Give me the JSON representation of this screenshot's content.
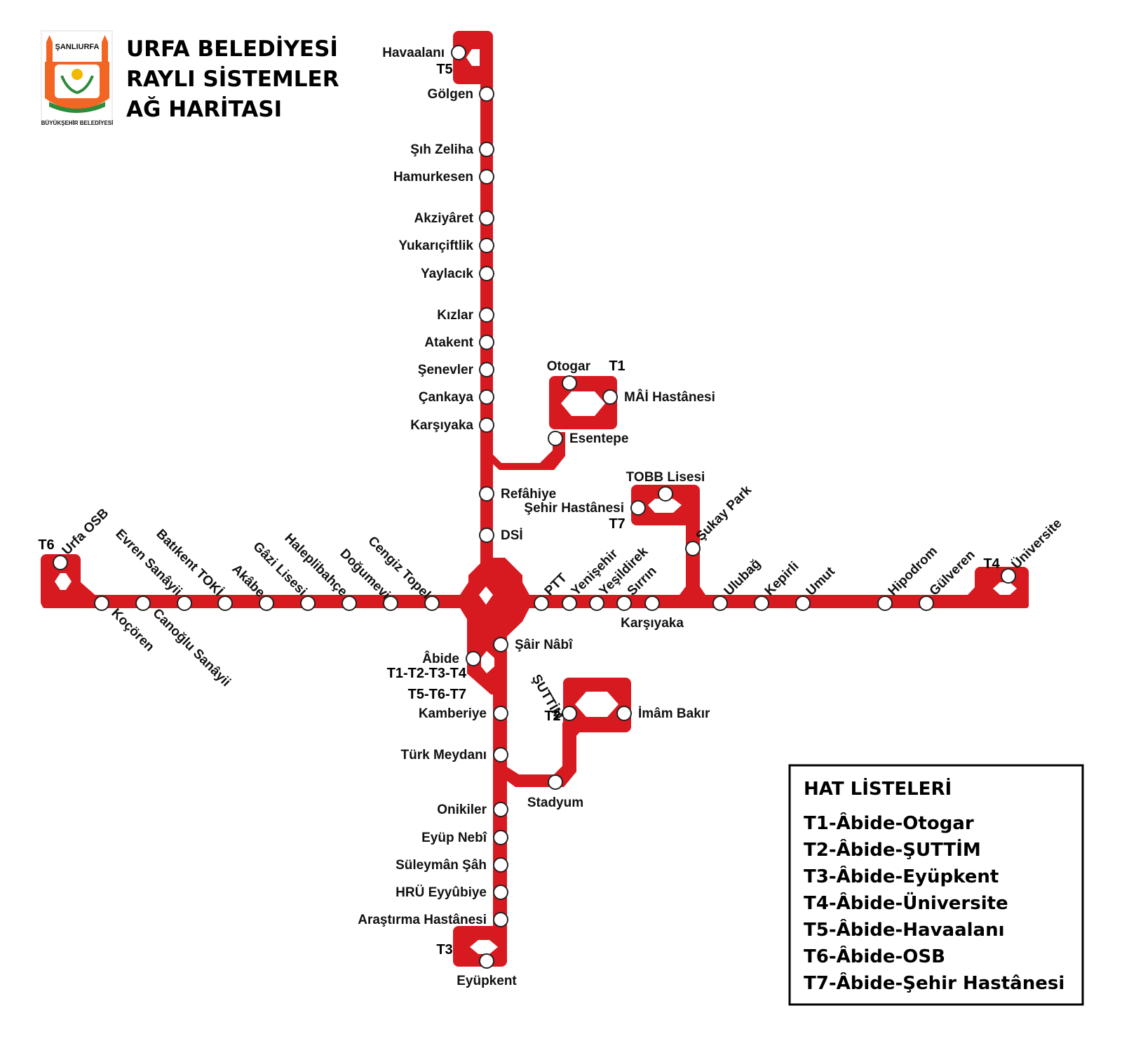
{
  "title": {
    "lines": [
      "URFA BELEDİYESİ",
      "RAYLI SİSTEMLER",
      "AĞ HARİTASI"
    ]
  },
  "logo": {
    "top_text": "ŞANLIURFA",
    "bottom_text": "BÜYÜKŞEHİR BELEDİYESİ"
  },
  "colors": {
    "line": "#d71920",
    "station_fill": "#ffffff",
    "station_stroke": "#222222",
    "text": "#111111"
  },
  "line_codes": {
    "t1": "T1",
    "t2": "T2",
    "t3": "T3",
    "t4": "T4",
    "t5": "T5",
    "t6": "T6",
    "t7": "T7",
    "hub_1": "T1-T2-T3-T4",
    "hub_2": "T5-T6-T7"
  },
  "stations": {
    "havaalani": "Havaalanı",
    "golgen": "Gölgen",
    "sih_zeliha": "Şıh Zeliha",
    "hamurkesen": "Hamurkesen",
    "akziyaret": "Akziyâret",
    "yukariciftlik": "Yukarıçiftlik",
    "yaylacik": "Yaylacık",
    "kizlar": "Kızlar",
    "atakent": "Atakent",
    "senevler": "Şenevler",
    "cankaya": "Çankaya",
    "karsiyaka_n": "Karşıyaka",
    "otogar": "Otogar",
    "mai_hastanesi": "MÂİ Hastânesi",
    "esentepe": "Esentepe",
    "refahiye": "Refâhiye",
    "dsi": "DSİ",
    "tobb_lisesi": "TOBB Lisesi",
    "sehir_hastanesi": "Şehir Hastânesi",
    "sukay_park": "Şukay Park",
    "urfa_osb": "Urfa OSB",
    "kocoren": "Koçören",
    "evren_sanayii": "Evren Sanâyii",
    "canoglu_sanayii": "Canoğlu Sanâyii",
    "batikent_toki": "Batıkent TOKİ",
    "akabe": "Akâbe",
    "gazi_lisesi": "Gâzi Lisesi",
    "haleplibahce": "Haleplibahçe",
    "dogumevi": "Doğumevi",
    "cengiz_topel": "Cengiz Topel",
    "ptt": "PTT",
    "yenisehir": "Yenişehir",
    "yesildirek": "Yeşildirek",
    "sirrin": "Sırrın",
    "karsiyaka_e": "Karşıyaka",
    "ulubag": "Ulubağ",
    "kepirli": "Kepirli",
    "umut": "Umut",
    "hipodrom": "Hipodrom",
    "gulveren": "Gülveren",
    "universite": "Üniversite",
    "abide": "Âbide",
    "sair_nabi": "Şâir Nâbî",
    "suttim": "ŞUTTİM",
    "imam_bakir": "İmâm Bakır",
    "kamberiye": "Kamberiye",
    "turk_meydani": "Türk Meydanı",
    "stadyum": "Stadyum",
    "onikiler": "Onikiler",
    "eyup_nebi": "Eyüp Nebî",
    "suleyman_sah": "Süleymân Şâh",
    "hru_eyyubiye": "HRÜ Eyyûbiye",
    "arastirma_hastanesi": "Araştırma Hastânesi",
    "eyupkent": "Eyüpkent"
  },
  "legend": {
    "title": "HAT LİSTELERİ",
    "items": [
      "T1-Âbide-Otogar",
      "T2-Âbide-ŞUTTİM",
      "T3-Âbide-Eyüpkent",
      "T4-Âbide-Üniversite",
      "T5-Âbide-Havaalanı",
      "T6-Âbide-OSB",
      "T7-Âbide-Şehir Hastânesi"
    ]
  }
}
